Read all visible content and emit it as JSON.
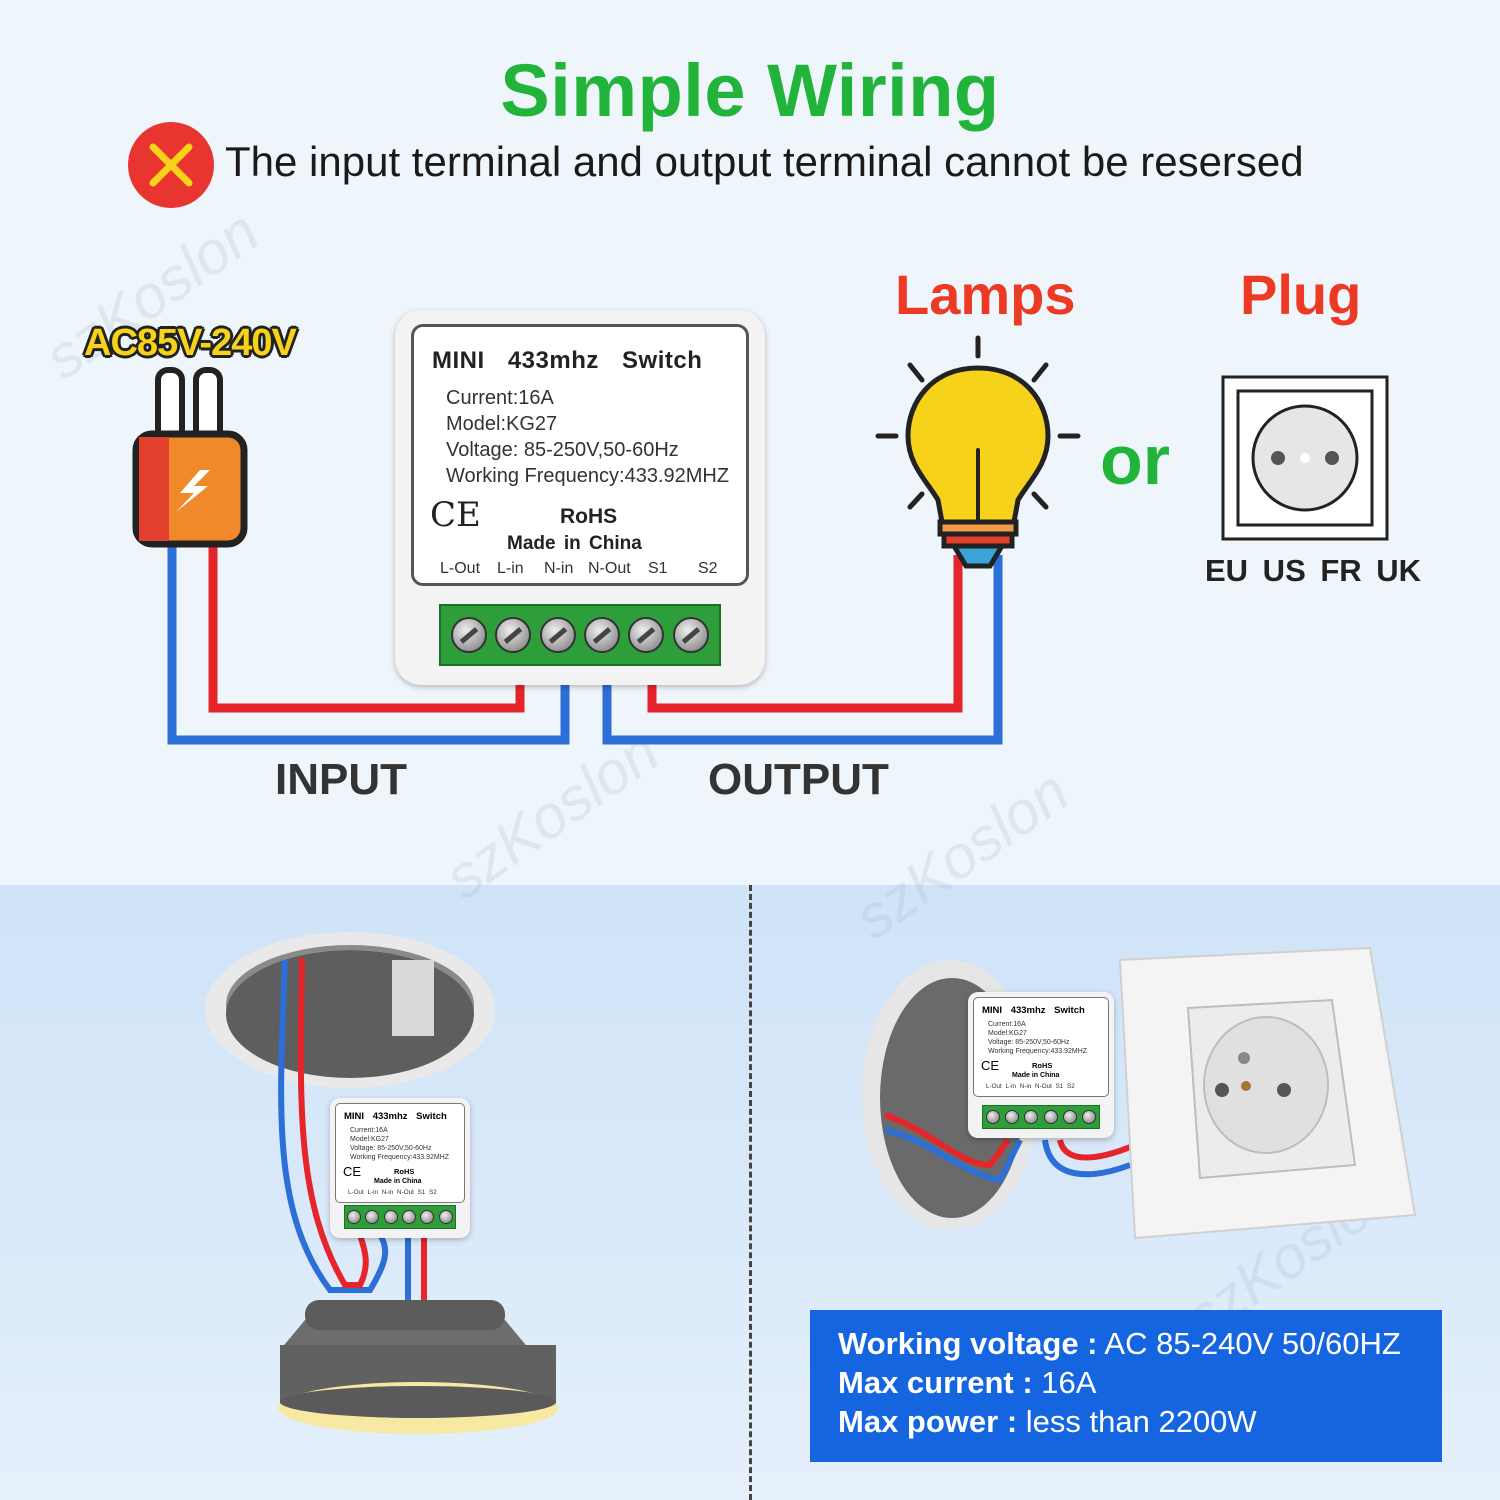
{
  "header": {
    "title": "Simple Wiring",
    "warning": "The input terminal and output terminal cannot be resersed"
  },
  "power_source": {
    "label": "AC85V-240V"
  },
  "device": {
    "title": "MINI 433mhz Switch",
    "specs": [
      "Current:16A",
      "Model:KG27",
      "Voltage: 85-250V,50-60Hz",
      "Working Frequency:433.92MHZ"
    ],
    "ce": "CE",
    "rohs": "RoHS",
    "made_in": "Made in China",
    "terminals": [
      "L-Out",
      "L-in",
      "N-in",
      "N-Out",
      "S1",
      "S2"
    ]
  },
  "loads": {
    "lamps": "Lamps",
    "or": "or",
    "plug": "Plug",
    "plug_types": "EU US FR UK"
  },
  "labels": {
    "input": "INPUT",
    "output": "OUTPUT"
  },
  "specs_box": {
    "rows": [
      {
        "key": "Working voltage :",
        "value": " AC 85-240V 50/60HZ"
      },
      {
        "key": "Max current :",
        "value": "  16A"
      },
      {
        "key": "Max power :",
        "value": " less than 2200W"
      }
    ]
  },
  "watermark": "szKoslon",
  "colors": {
    "title_green": "#22b43a",
    "load_red": "#ec3a25",
    "wire_red": "#e5252a",
    "wire_blue": "#2c6fd6",
    "info_blue": "#1565e0"
  }
}
